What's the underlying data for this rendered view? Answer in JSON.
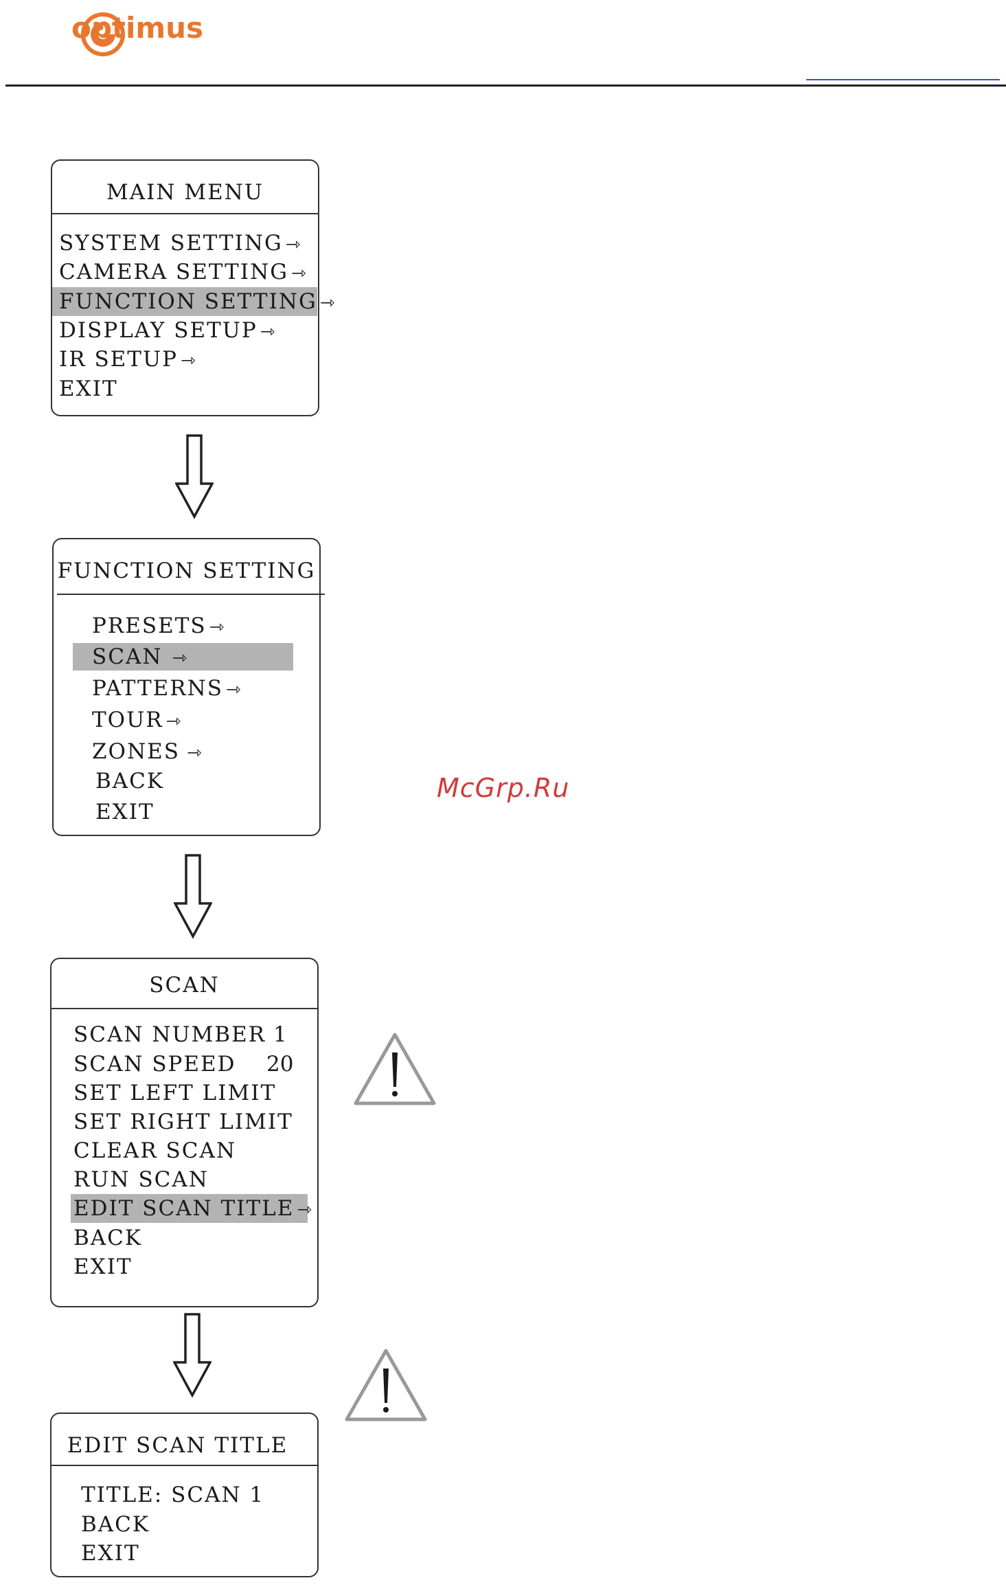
{
  "header": {
    "brand": "optimus",
    "brand_color": "#e8772e"
  },
  "watermark": "McGrp.Ru",
  "main_menu": {
    "title": "MAIN  MENU",
    "items": [
      {
        "label": "SYSTEM  SETTING",
        "arrow": "⇾"
      },
      {
        "label": "CAMERA  SETTING",
        "arrow": "⇾"
      },
      {
        "label": "FUNCTION  SETTING",
        "arrow": "⇾",
        "selected": true
      },
      {
        "label": "DISPLAY  SETUP",
        "arrow": "⇾"
      },
      {
        "label": "IR SETUP",
        "arrow": "⇾"
      },
      {
        "label": "EXIT",
        "arrow": ""
      }
    ]
  },
  "function_setting": {
    "title": "FUNCTION  SETTING",
    "items": [
      {
        "label": "PRESETS",
        "arrow": "⇾"
      },
      {
        "label": "SCAN",
        "arrow": "⇾",
        "selected": true
      },
      {
        "label": "PATTERNS",
        "arrow": "⇾"
      },
      {
        "label": "TOUR",
        "arrow": "⇾"
      },
      {
        "label": "ZONES",
        "arrow": "⇾"
      },
      {
        "label": "BACK",
        "arrow": ""
      },
      {
        "label": "EXIT",
        "arrow": ""
      }
    ]
  },
  "scan": {
    "title": "SCAN",
    "items": [
      {
        "label": "SCAN NUMBER",
        "value": "1"
      },
      {
        "label": "SCAN  SPEED",
        "value": "20"
      },
      {
        "label": "SET  LEFT  LIMIT"
      },
      {
        "label": "SET  RIGHT  LIMIT"
      },
      {
        "label": "CLEAR  SCAN"
      },
      {
        "label": "RUN  SCAN"
      },
      {
        "label": "EDIT  SCAN  TITLE",
        "arrow": "⇾",
        "selected": true
      },
      {
        "label": "BACK"
      },
      {
        "label": "EXIT"
      }
    ]
  },
  "edit_scan_title": {
    "title": "EDIT  SCAN  TITLE",
    "items": [
      {
        "label": "TITLE:  SCAN 1"
      },
      {
        "label": "BACK"
      },
      {
        "label": "EXIT"
      }
    ]
  },
  "icons": {
    "logo": "optimus-aperture-logo",
    "flow_arrow": "down-hollow-arrow-icon",
    "warning": "warning-triangle-icon"
  }
}
